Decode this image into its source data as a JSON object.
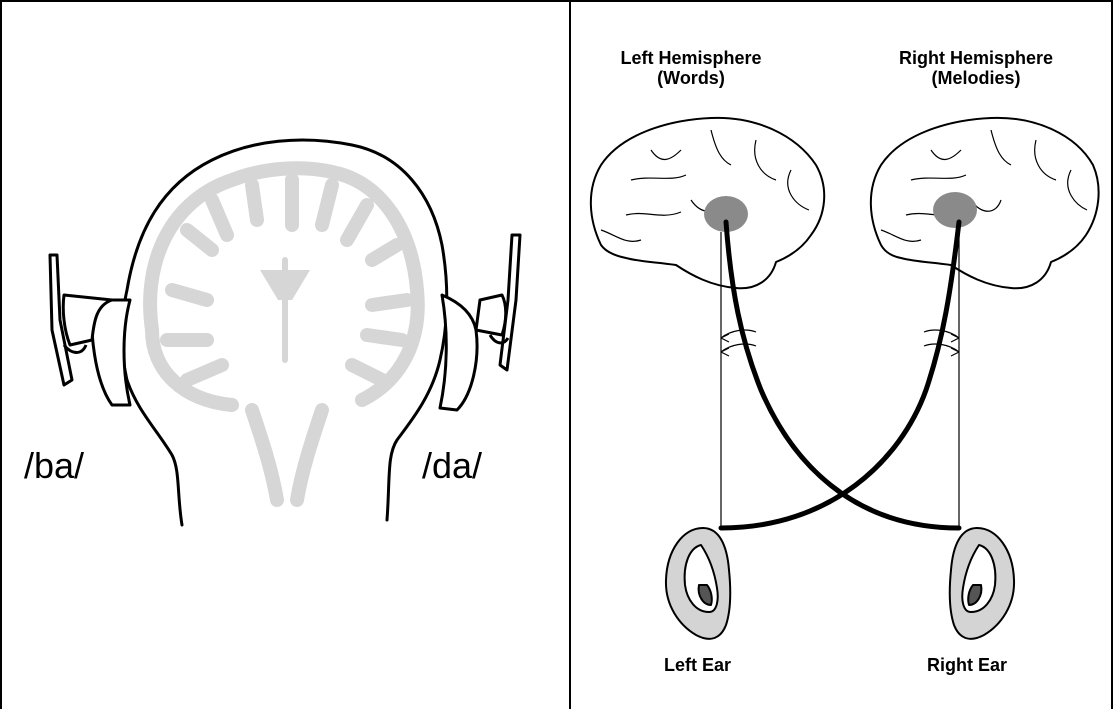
{
  "left_panel": {
    "syllable_left": "/ba/",
    "syllable_right": "/da/"
  },
  "right_panel": {
    "left_hemisphere": {
      "line1": "Left Hemisphere",
      "line2": "(Words)"
    },
    "right_hemisphere": {
      "line1": "Right Hemisphere",
      "line2": "(Melodies)"
    },
    "left_ear_label": "Left Ear",
    "right_ear_label": "Right Ear"
  },
  "colors": {
    "line": "#000000",
    "brain_pattern": "#d6d6d6",
    "auditory_region": "#8a8a8a",
    "ear_fill": "#c8c8c8"
  }
}
